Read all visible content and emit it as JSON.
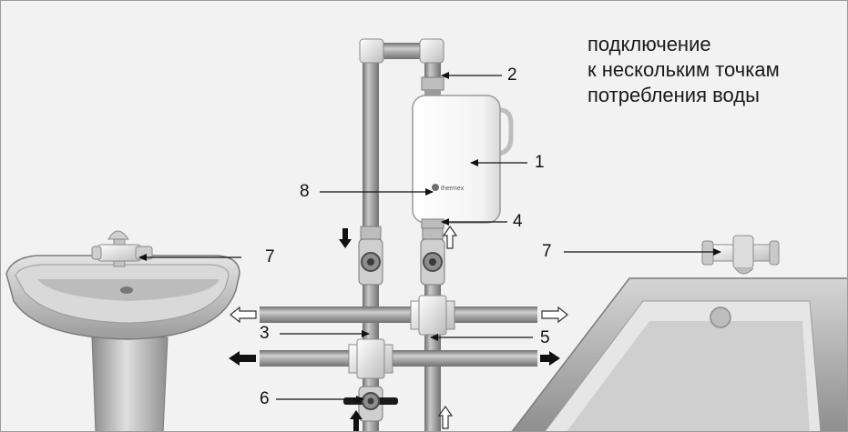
{
  "title_lines": [
    "подключение",
    "к нескольким точкам",
    "потребления воды"
  ],
  "brand": "thermex",
  "labels": {
    "heater": "1",
    "heater_inlet_fitting": "2",
    "cold_tee": "3",
    "heater_outlet_fitting": "4",
    "hot_riser": "5",
    "main_valve": "6",
    "sink_mixer": "7",
    "bath_mixer": "7",
    "indicator": "8"
  },
  "colors": {
    "background": "#f2f2f2",
    "pipe": "#9a9a9a",
    "fitting": "#d6d6d6",
    "heater_body": "#f7f7f7",
    "valve_handle": "#1a1a1a"
  }
}
